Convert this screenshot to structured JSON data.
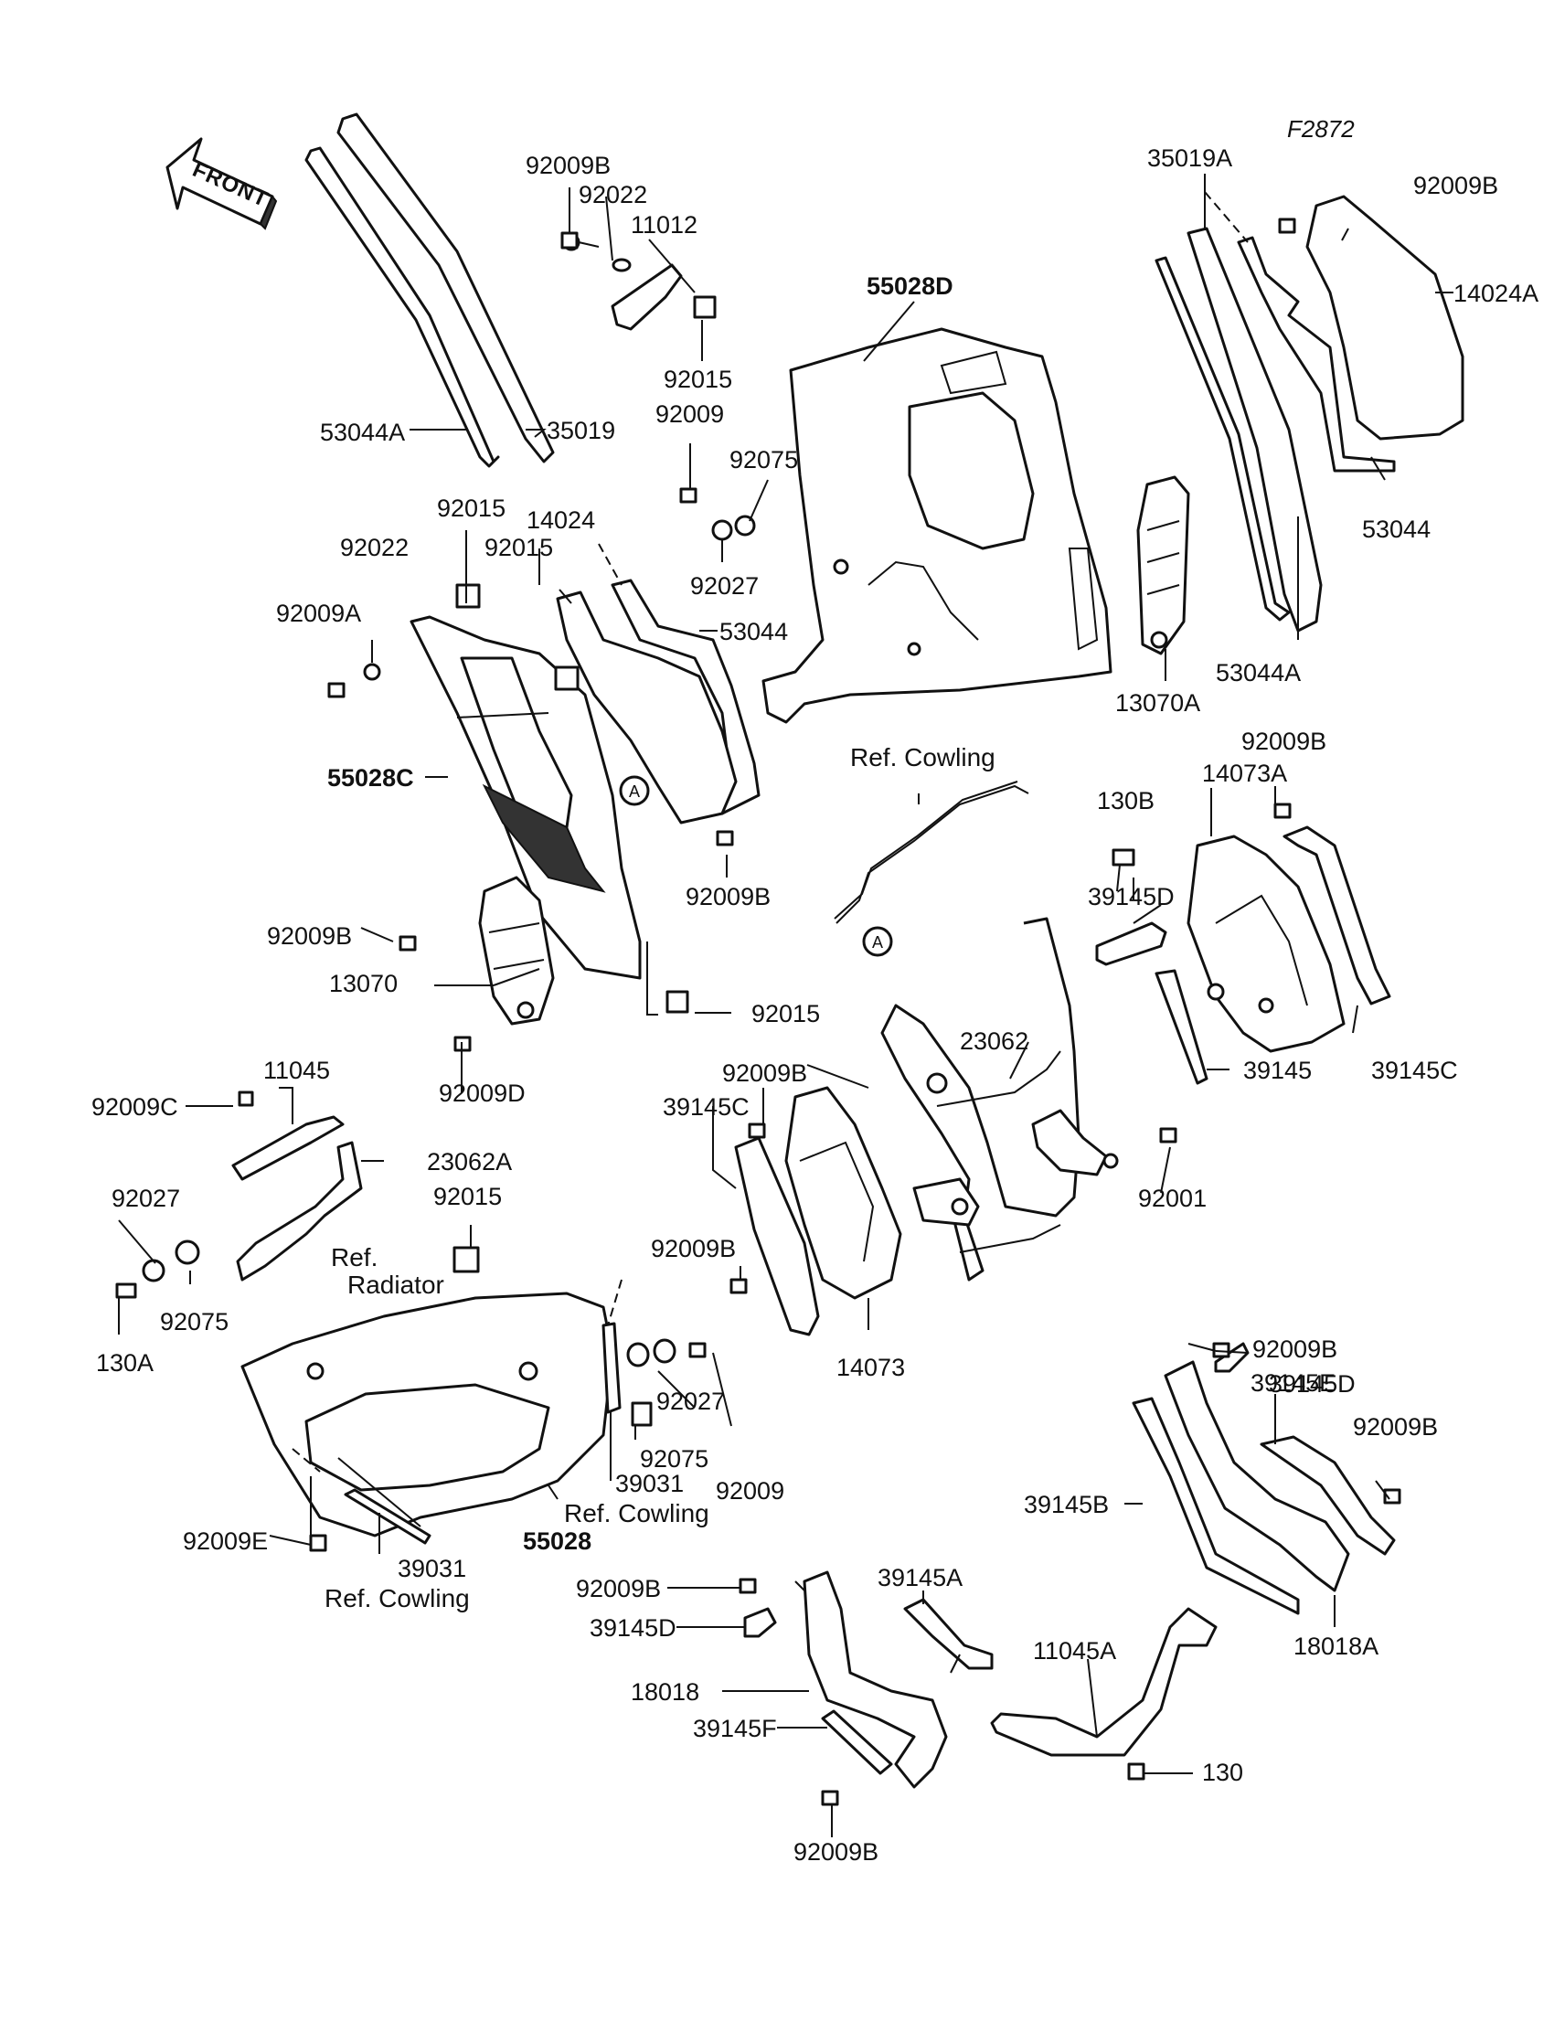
{
  "diagram_code": "F2872",
  "front_label": "FRONT",
  "circle_marker": "A",
  "labels": {
    "l92009B_a": "92009B",
    "l92022_a": "92022",
    "l11012": "11012",
    "l92015_a": "92015",
    "l92009_a": "92009",
    "l92075_a": "92075",
    "l92027_a": "92027",
    "l55028D": "55028D",
    "l35019A": "35019A",
    "l92009B_b": "92009B",
    "l14024A": "14024A",
    "l53044_a": "53044",
    "l53044A_a": "53044A",
    "l13070A": "13070A",
    "l53044A_b": "53044A",
    "l35019": "35019",
    "l92015_b": "92015",
    "l14024": "14024",
    "l92022_b": "92022",
    "l92015_c": "92015",
    "l92009A": "92009A",
    "l53044_b": "53044",
    "l55028C": "55028C",
    "l92009B_c": "92009B",
    "refCowling_a": "Ref. Cowling",
    "l130B": "130B",
    "l14073A": "14073A",
    "l92009B_d": "92009B",
    "l39145D_a": "39145D",
    "l92009B_e": "92009B",
    "l13070": "13070",
    "l92015_d": "92015",
    "l92009D": "92009D",
    "l39145C_a": "39145C",
    "l39145": "39145",
    "l23062": "23062",
    "l92009B_f": "92009B",
    "l39145C_b": "39145C",
    "l11045": "11045",
    "l92009C": "92009C",
    "l23062A": "23062A",
    "l92027_b": "92027",
    "l92015_e": "92015",
    "l92001": "92001",
    "refRadiator_1": "Ref.",
    "refRadiator_2": "Radiator",
    "l92075_b": "92075",
    "l130A": "130A",
    "l92009B_g": "92009B",
    "l14073": "14073",
    "l92009B_h": "92009B",
    "l39145D_b": "39145D",
    "l92027_c": "92027",
    "l39145E": "39145E",
    "l92009B_i": "92009B",
    "l92075_c": "92075",
    "l39031_a": "39031",
    "l92009_b": "92009",
    "refCowling_b": "Ref. Cowling",
    "l55028": "55028",
    "l39145B": "39145B",
    "l92009E": "92009E",
    "l39031_b": "39031",
    "refCowling_c": "Ref. Cowling",
    "l92009B_j": "92009B",
    "l39145A": "39145A",
    "l39145D_c": "39145D",
    "l18018A": "18018A",
    "l11045A": "11045A",
    "l18018": "18018",
    "l39145F": "39145F",
    "l130": "130",
    "l92009B_k": "92009B"
  }
}
